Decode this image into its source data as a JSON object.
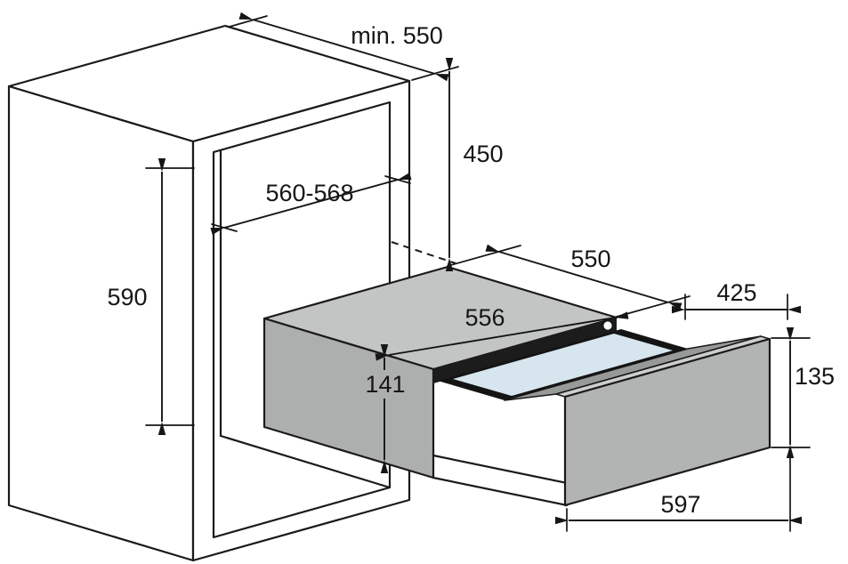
{
  "diagram": {
    "description": "Built-in warming drawer installation dimensions diagram",
    "dimensions": {
      "cabinet_depth_min": "min. 550",
      "upper_niche_height": "450",
      "niche_width": "560-568",
      "niche_height": "590",
      "appliance_depth": "550",
      "pullout_clearance": "425",
      "appliance_width": "556",
      "appliance_height": "141",
      "drawer_front_height": "135",
      "drawer_front_width": "597"
    },
    "colors": {
      "line": "#1a1a1a",
      "appliance_top": "#c3c5c4",
      "appliance_side": "#adafae",
      "drawer_body": "#989a99",
      "drawer_front": "#b2b4b3",
      "drawer_front_edge": "#cdcfce",
      "glass_frame": "#141414",
      "glass": "#d7e5ee",
      "opening_shadow": "#1c1c1c",
      "cabinet_fill": "#ffffff",
      "background": "#ffffff"
    }
  }
}
